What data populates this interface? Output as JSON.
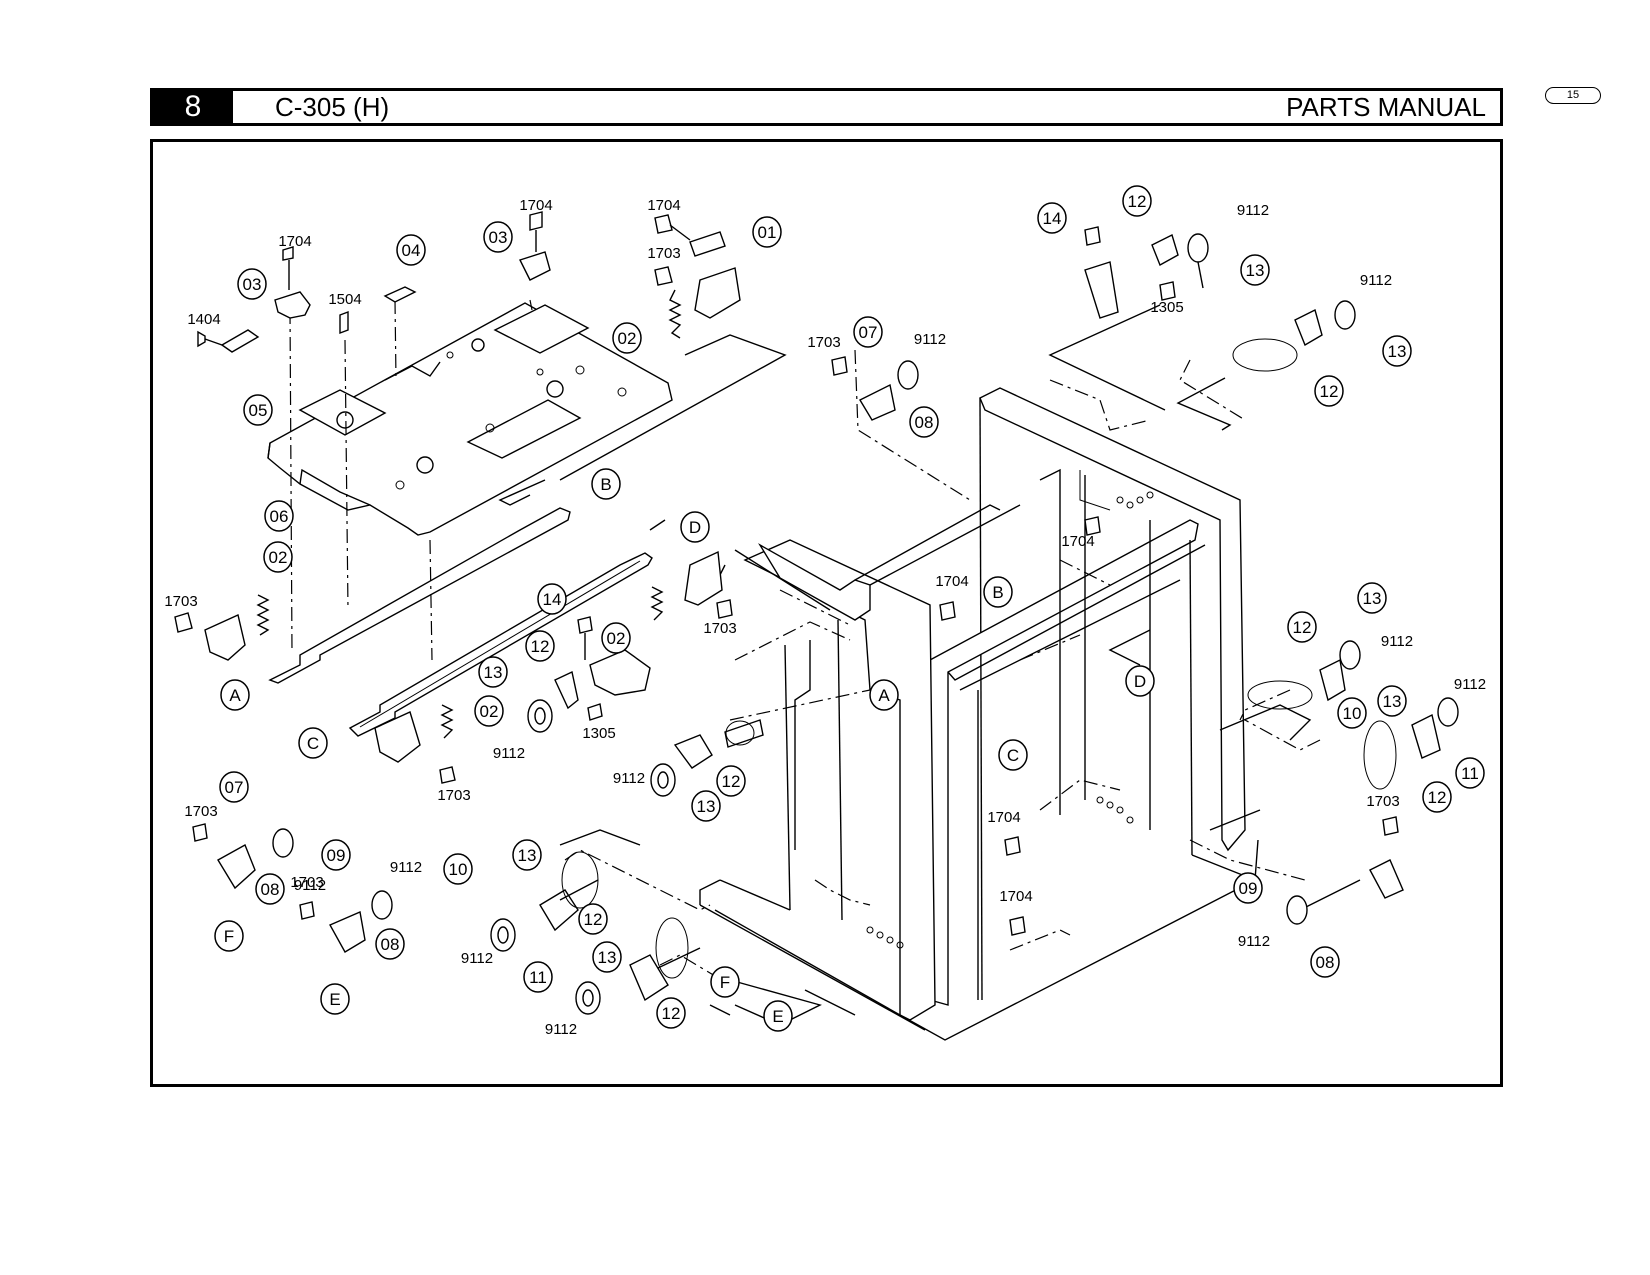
{
  "header": {
    "section_number": "8",
    "model": "C-305 (H)",
    "manual_title": "PARTS MANUAL"
  },
  "page_number": "15",
  "diagram": {
    "callouts": [
      {
        "id": "01"
      },
      {
        "id": "02"
      },
      {
        "id": "02"
      },
      {
        "id": "02"
      },
      {
        "id": "02"
      },
      {
        "id": "03"
      },
      {
        "id": "03"
      },
      {
        "id": "04"
      },
      {
        "id": "05"
      },
      {
        "id": "06"
      },
      {
        "id": "07"
      },
      {
        "id": "07"
      },
      {
        "id": "08"
      },
      {
        "id": "08"
      },
      {
        "id": "08"
      },
      {
        "id": "08"
      },
      {
        "id": "09"
      },
      {
        "id": "09"
      },
      {
        "id": "10"
      },
      {
        "id": "10"
      },
      {
        "id": "11"
      },
      {
        "id": "11"
      },
      {
        "id": "12"
      },
      {
        "id": "12"
      },
      {
        "id": "12"
      },
      {
        "id": "12"
      },
      {
        "id": "12"
      },
      {
        "id": "12"
      },
      {
        "id": "12"
      },
      {
        "id": "12"
      },
      {
        "id": "13"
      },
      {
        "id": "13"
      },
      {
        "id": "13"
      },
      {
        "id": "13"
      },
      {
        "id": "13"
      },
      {
        "id": "13"
      },
      {
        "id": "13"
      },
      {
        "id": "13"
      },
      {
        "id": "14"
      },
      {
        "id": "14"
      },
      {
        "id": "A"
      },
      {
        "id": "A"
      },
      {
        "id": "B"
      },
      {
        "id": "B"
      },
      {
        "id": "C"
      },
      {
        "id": "C"
      },
      {
        "id": "D"
      },
      {
        "id": "D"
      },
      {
        "id": "E"
      },
      {
        "id": "E"
      },
      {
        "id": "F"
      },
      {
        "id": "F"
      }
    ],
    "part_labels": [
      {
        "text": "1704"
      },
      {
        "text": "1704"
      },
      {
        "text": "1704"
      },
      {
        "text": "1703"
      },
      {
        "text": "1504"
      },
      {
        "text": "1404"
      },
      {
        "text": "1703"
      },
      {
        "text": "9112"
      },
      {
        "text": "9112"
      },
      {
        "text": "1305"
      },
      {
        "text": "9112"
      },
      {
        "text": "1704"
      },
      {
        "text": "1704"
      },
      {
        "text": "1703"
      },
      {
        "text": "1703"
      },
      {
        "text": "1305"
      },
      {
        "text": "9112"
      },
      {
        "text": "1703"
      },
      {
        "text": "9112"
      },
      {
        "text": "9112"
      },
      {
        "text": "9112"
      },
      {
        "text": "1703"
      },
      {
        "text": "9112"
      },
      {
        "text": "1703"
      },
      {
        "text": "9112"
      },
      {
        "text": "9112"
      },
      {
        "text": "1704"
      },
      {
        "text": "1704"
      },
      {
        "text": "1703"
      },
      {
        "text": "9112"
      },
      {
        "text": "9112"
      }
    ]
  }
}
